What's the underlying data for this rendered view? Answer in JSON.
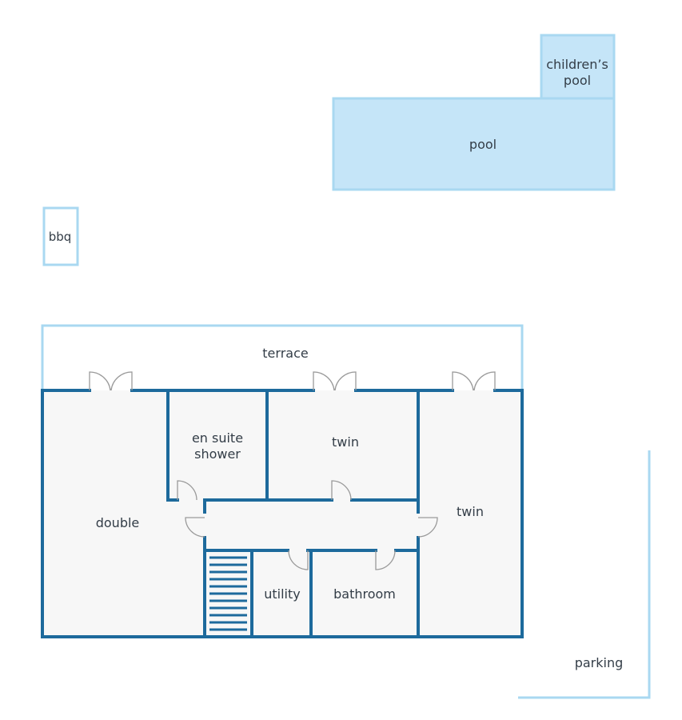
{
  "title": "Villa floor plan",
  "labels": {
    "children_pool": [
      "children’s",
      "pool"
    ],
    "pool": "pool",
    "bbq": "bbq",
    "terrace": "terrace",
    "en_suite": [
      "en suite",
      "shower"
    ],
    "twin_top": "twin",
    "twin_right": "twin",
    "double": "double",
    "utility": "utility",
    "bathroom": "bathroom",
    "parking": "parking"
  },
  "colors": {
    "wall": "#1d6a9c",
    "outline_light": "#a9d8f1",
    "pool_fill": "#c5e5f8",
    "room_fill": "#f7f7f7",
    "text": "#333d47"
  }
}
